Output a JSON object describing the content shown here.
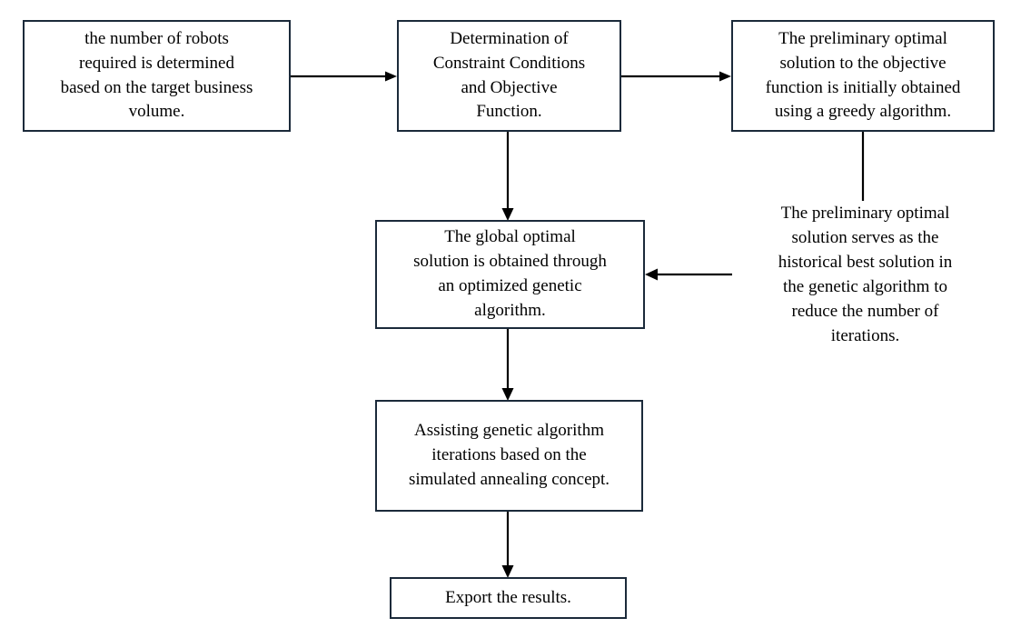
{
  "diagram": {
    "title": "Optimization algorithm flowchart",
    "background_color": "#ffffff",
    "box_border_color": "#1b2a3a",
    "edge_color": "#000000",
    "text_color": "#000000"
  },
  "nodes": [
    {
      "id": "robot-count",
      "label": "the number of robots\nrequired is determined\nbased on the target business\nvolume.",
      "shape": "rectangle"
    },
    {
      "id": "constraints-objective",
      "label": "Determination of\nConstraint Conditions\nand Objective\nFunction.",
      "shape": "rectangle"
    },
    {
      "id": "greedy-preliminary",
      "label": "The preliminary optimal\nsolution to the objective\nfunction is initially obtained\nusing a greedy algorithm.",
      "shape": "rectangle"
    },
    {
      "id": "global-optimal",
      "label": "The global optimal\nsolution is obtained through\nan optimized genetic\nalgorithm.",
      "shape": "rectangle"
    },
    {
      "id": "simulated-annealing",
      "label": "Assisting genetic algorithm\niterations based on the\nsimulated annealing concept.",
      "shape": "rectangle"
    },
    {
      "id": "export-results",
      "label": "Export the results.",
      "shape": "rectangle"
    }
  ],
  "annotations": [
    {
      "id": "historical-best-note",
      "label": "The preliminary optimal\nsolution serves as the\nhistorical best solution in\nthe genetic algorithm to\nreduce the number of\niterations.",
      "shape": "plain-text"
    }
  ],
  "edges": [
    {
      "id": "robot-count-to-constraints",
      "from": "robot-count",
      "to": "constraints-objective",
      "direction": "right",
      "arrowhead": true
    },
    {
      "id": "constraints-to-greedy",
      "from": "constraints-objective",
      "to": "greedy-preliminary",
      "direction": "right",
      "arrowhead": true
    },
    {
      "id": "constraints-to-global",
      "from": "constraints-objective",
      "to": "global-optimal",
      "direction": "down",
      "arrowhead": true
    },
    {
      "id": "greedy-to-note",
      "from": "greedy-preliminary",
      "to": "historical-best-note",
      "direction": "down",
      "arrowhead": false
    },
    {
      "id": "note-to-global",
      "from": "historical-best-note",
      "to": "global-optimal",
      "direction": "left",
      "arrowhead": true
    },
    {
      "id": "global-to-annealing",
      "from": "global-optimal",
      "to": "simulated-annealing",
      "direction": "down",
      "arrowhead": true
    },
    {
      "id": "annealing-to-export",
      "from": "simulated-annealing",
      "to": "export-results",
      "direction": "down",
      "arrowhead": true
    }
  ]
}
